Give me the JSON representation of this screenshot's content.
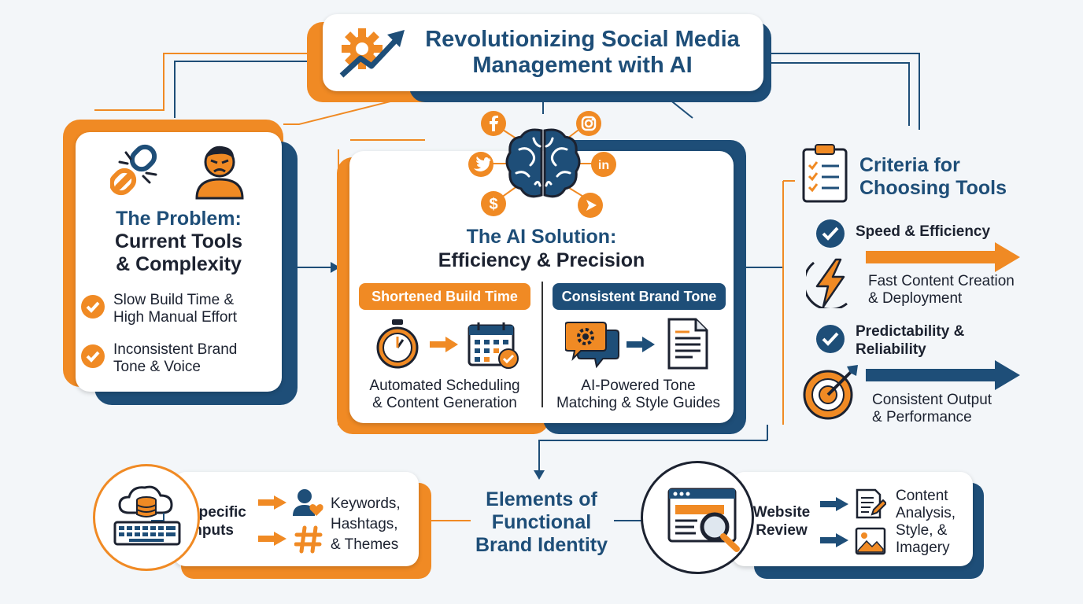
{
  "title": {
    "line1": "Revolutionizing Social Media",
    "line2": "Management with AI"
  },
  "problem": {
    "heading_line1": "The Problem:",
    "heading_line2": "Current Tools",
    "heading_line3": "& Complexity",
    "items": [
      {
        "line1": "Slow Build Time &",
        "line2": "High Manual Effort"
      },
      {
        "line1": "Inconsistent Brand",
        "line2": "Tone & Voice"
      }
    ]
  },
  "solution": {
    "heading_line1": "The AI Solution:",
    "heading_line2": "Efficiency & Precision",
    "left": {
      "pill": "Shortened Build Time",
      "line1": "Automated Scheduling",
      "line2": "& Content Generation"
    },
    "right": {
      "pill": "Consistent Brand Tone",
      "line1": "AI-Powered Tone",
      "line2": "Matching & Style Guides"
    }
  },
  "criteria": {
    "heading_line1": "Criteria for",
    "heading_line2": "Choosing Tools",
    "items": [
      {
        "title_line1": "Speed & Efficiency",
        "title_line2": "",
        "desc_line1": "Fast Content Creation",
        "desc_line2": "& Deployment"
      },
      {
        "title_line1": "Predictability &",
        "title_line2": "Reliability",
        "desc_line1": "Consistent Output",
        "desc_line2": "& Performance"
      }
    ]
  },
  "elements": {
    "line1": "Elements of",
    "line2": "Functional",
    "line3": "Brand Identity"
  },
  "inputs": {
    "label_line1": "Specific",
    "label_line2": "Inputs",
    "out_line1": "Keywords,",
    "out_line2": "Hashtags,",
    "out_line3": "& Themes"
  },
  "website": {
    "label_line1": "Website",
    "label_line2": "Review",
    "out_line1": "Content",
    "out_line2": "Analysis,",
    "out_line3": "Style, &",
    "out_line4": "Imagery"
  },
  "colors": {
    "orange": "#f08a24",
    "navy": "#1e4e78",
    "dark": "#1c2230"
  },
  "icons": [
    "gear-growth-icon",
    "broken-link-icon",
    "frustrated-person-icon",
    "check-icon",
    "brain-icon",
    "facebook-icon",
    "instagram-icon",
    "twitter-icon",
    "linkedin-icon",
    "dollar-icon",
    "play-icon",
    "stopwatch-icon",
    "calendar-icon",
    "chat-gear-icon",
    "document-icon",
    "clipboard-checklist-icon",
    "lightning-icon",
    "target-icon",
    "cloud-database-keyboard-icon",
    "person-heart-icon",
    "hashtag-icon",
    "browser-search-icon",
    "edit-document-icon",
    "image-icon"
  ]
}
